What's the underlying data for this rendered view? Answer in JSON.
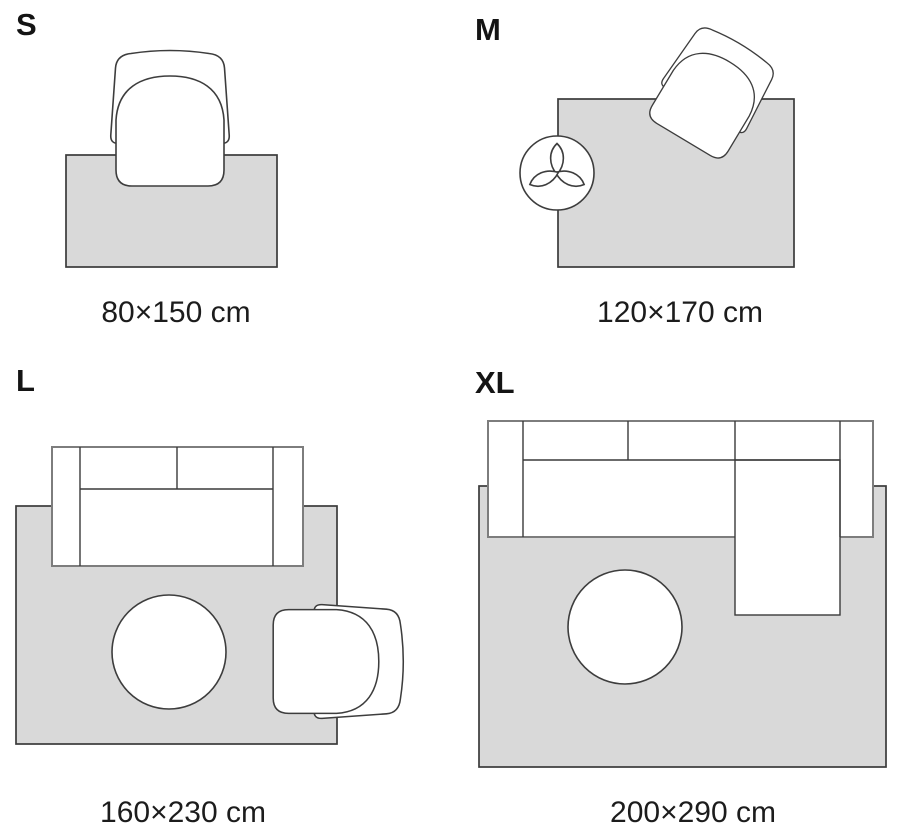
{
  "diagram": {
    "kind": "rug-size-guide",
    "colors": {
      "background": "#ffffff",
      "rug_fill": "#d9d9d9",
      "rug_outline": "#3a3a3a",
      "furniture_outline": "#3d3d3d",
      "sofa_frame_outline": "#7d7d7d",
      "text": "#141414"
    },
    "sizes": [
      {
        "letter": "S",
        "dimensions": "80×150 cm",
        "furniture": [
          "armchair"
        ]
      },
      {
        "letter": "M",
        "dimensions": "120×170 cm",
        "furniture": [
          "armchair",
          "plant"
        ]
      },
      {
        "letter": "L",
        "dimensions": "160×230 cm",
        "furniture": [
          "sofa",
          "coffee-table",
          "armchair"
        ]
      },
      {
        "letter": "XL",
        "dimensions": "200×290 cm",
        "furniture": [
          "sectional-sofa",
          "coffee-table"
        ]
      }
    ]
  }
}
